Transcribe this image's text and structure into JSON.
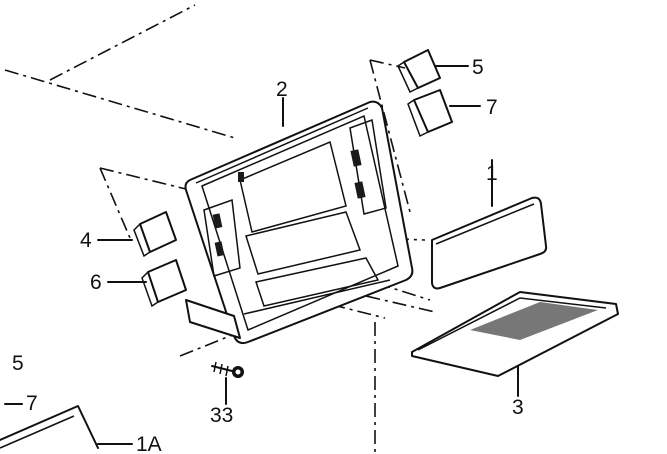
{
  "diagram": {
    "callouts": {
      "frame": "2",
      "cover": "1",
      "tray": "3",
      "cap_a": "5",
      "cap_b": "7",
      "knob_a": "4",
      "knob_b": "6",
      "screw": "33",
      "ref_5": "5",
      "ref_7": "7",
      "ref_1a": "1A"
    }
  }
}
